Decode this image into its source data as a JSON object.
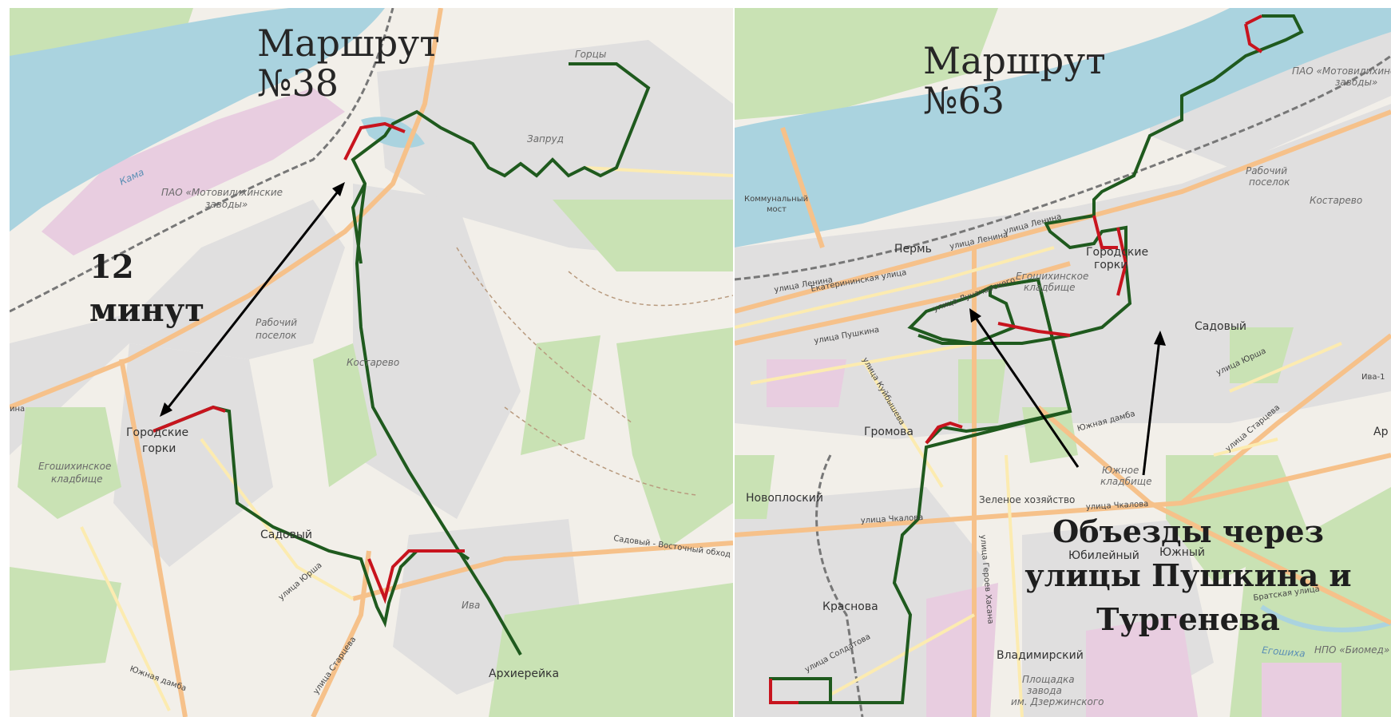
{
  "colors": {
    "route": "#1f5a1e",
    "detour": "#c8141e",
    "water": "#aad3df",
    "industrial": "#e8cde0",
    "park": "#c9e2b4",
    "forest": "#a8d193",
    "arrow": "#000000"
  },
  "left_map": {
    "title": "Маршрут\n№38",
    "annotation": "12\nминут",
    "places": {
      "gortsy": "Горцы",
      "zaprud": "Запруд",
      "kama": "Кама",
      "pao": "ПАО «Мотовилихинские",
      "pao2": "заводы»",
      "rabochiy": "Рабочий",
      "rabochiy2": "поселок",
      "kostarevo": "Костарево",
      "gorodskie": "Городские",
      "gorodskie2": "горки",
      "egoshikhinskoe": "Егошихинское",
      "egoshikhinskoe2": "кладбище",
      "sadovy": "Садовый",
      "iva": "Ива",
      "arkhiereyka": "Архиерейка",
      "sadovy_vostochny": "Садовый - Восточный обход",
      "yursha": "улица Юрша",
      "yuzhnaya": "Южная дамба",
      "stareva": "улица Старцева",
      "lina": "ина"
    }
  },
  "right_map": {
    "title": "Маршрут\n№63",
    "annotation": "Объезды через\nулицы Пушкина и\nТургенева",
    "places": {
      "pao": "ПАО «Мотовилихинские",
      "pao2": "заводы»",
      "kommunalny": "Коммунальный",
      "kommunalny2": "мост",
      "perm": "Пермь",
      "lenina": "улица Ленина",
      "lenina2": "улица Ленина",
      "lunacharskogo": "улица Луначарского",
      "ekaterininskaya": "Екатерининская улица",
      "pushkina": "улица Пушкина",
      "kuybysheva": "улица Куйбышева",
      "rabochiy": "Рабочий",
      "rabochiy2": "поселок",
      "kostarevo": "Костарево",
      "gorodskie": "Городские",
      "gorodskie2": "горки",
      "egoshikhinskoe": "Егошихинское",
      "egoshikhinskoe2": "кладбище",
      "sadovy": "Садовый",
      "yursha": "улица Юрша",
      "iva1": "Ива-1",
      "gromova": "Громова",
      "yuzhnaya": "Южная дамба",
      "yuzhnoe": "Южное",
      "yuzhnoe2": "кладбище",
      "zelenoe": "Зеленое хозяйство",
      "chkalova": "улица Чкалова",
      "chkalova2": "улица Чкалова",
      "stareva": "улица Старцева",
      "novoplosky": "Новоплоский",
      "yubileyny": "Юбилейный",
      "yuzhny": "Южный",
      "bratskaya": "Братская улица",
      "geroev": "улица Героев Хасана",
      "krasnova": "Краснова",
      "soldatova": "улица Солдатова",
      "vladimirsky": "Владимирский",
      "zavod": "Площадка",
      "zavod2": "завода",
      "zavod3": "им. Дзержинского",
      "egoshikha": "Егошиха",
      "npo": "НПО «Биомед»",
      "ar": "Ар"
    }
  }
}
